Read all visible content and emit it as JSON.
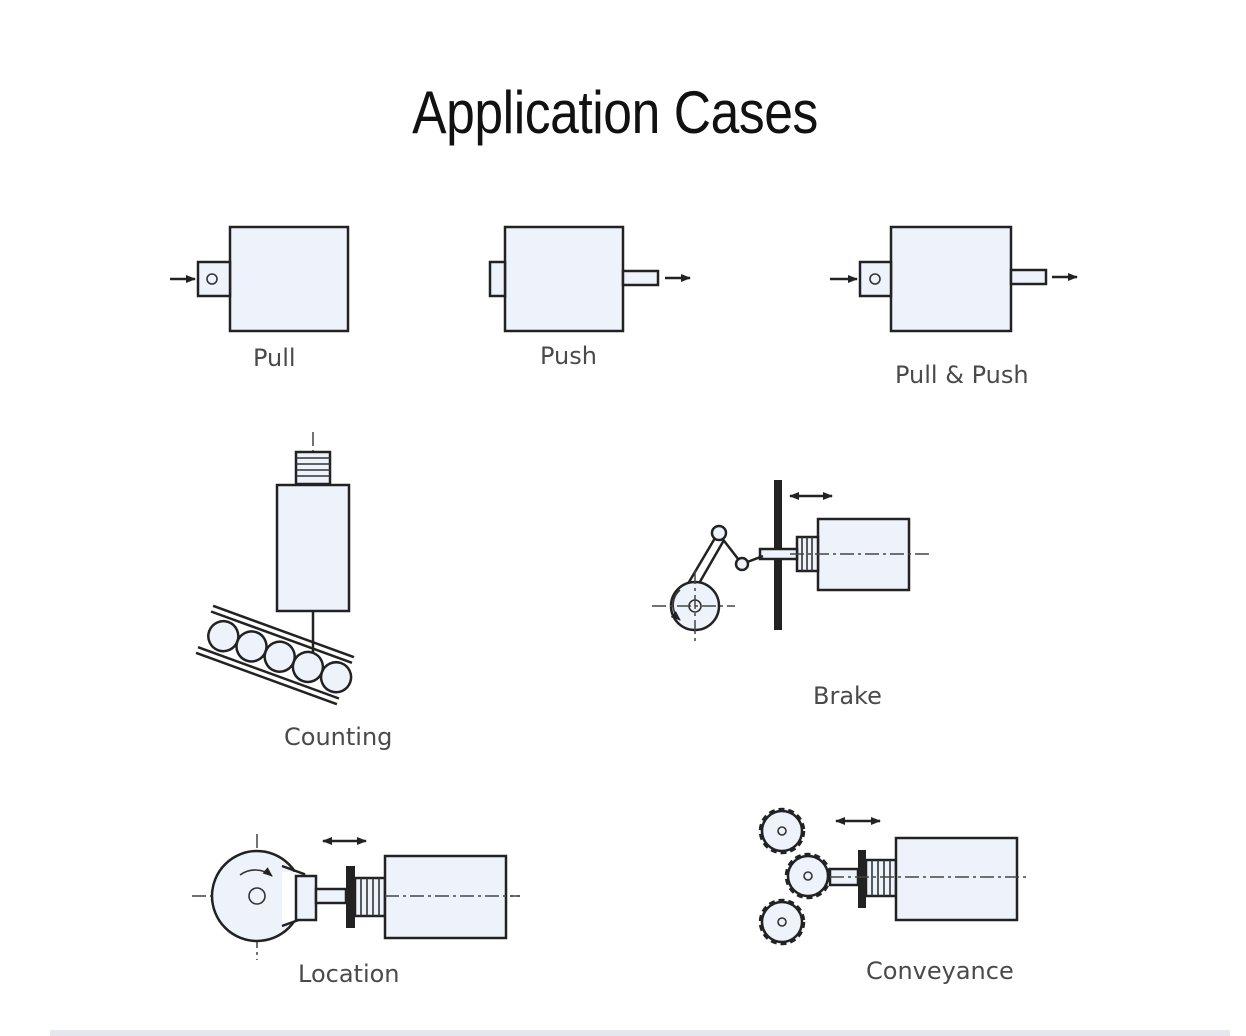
{
  "title": "Application Cases",
  "cases": {
    "pull": "Pull",
    "push": "Push",
    "pull_push": "Pull & Push",
    "counting": "Counting",
    "brake": "Brake",
    "location": "Location",
    "conveyance": "Conveyance"
  }
}
